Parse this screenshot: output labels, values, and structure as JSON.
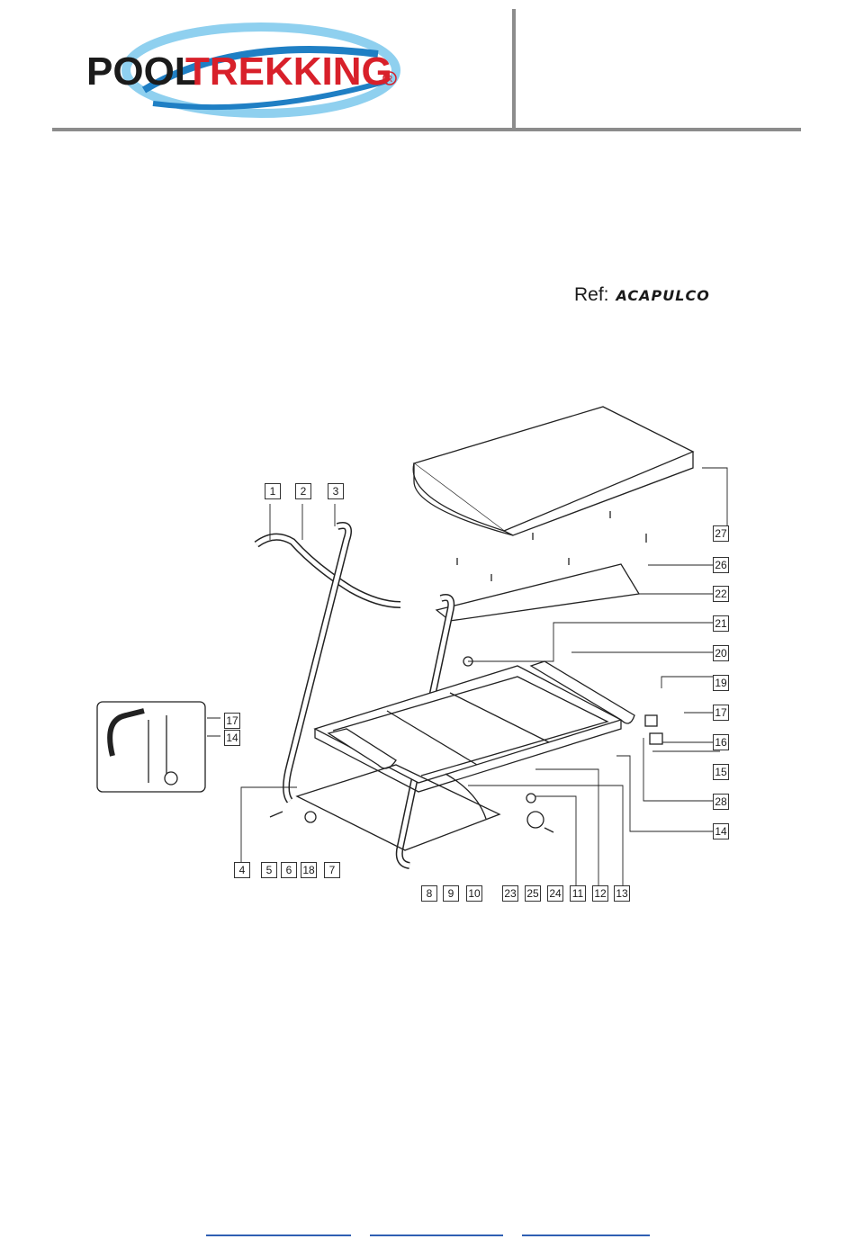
{
  "brand": {
    "logo_text_dark": "POOL",
    "logo_text_red": "TREKKING",
    "logo_mark": "R",
    "colors": {
      "dark": "#1b1b1b",
      "red": "#d8202a",
      "blue": "#1f7fc4",
      "light_blue": "#8fd0ef"
    }
  },
  "reference": {
    "label": "Ref:",
    "value": "ACAPULCO"
  },
  "parts": {
    "p1": "1",
    "p2": "2",
    "p3": "3",
    "p4": "4",
    "p5": "5",
    "p6": "6",
    "p7": "7",
    "p8": "8",
    "p9": "9",
    "p10": "10",
    "p11": "11",
    "p12": "12",
    "p13": "13",
    "p14": "14",
    "p14b": "14",
    "p15": "15",
    "p16": "16",
    "p17": "17",
    "p17b": "17",
    "p18": "18",
    "p19": "19",
    "p20": "20",
    "p21": "21",
    "p22": "22",
    "p23": "23",
    "p24": "24",
    "p25": "25",
    "p26": "26",
    "p27": "27",
    "p28": "28"
  },
  "footer_links": [
    "",
    "",
    ""
  ]
}
